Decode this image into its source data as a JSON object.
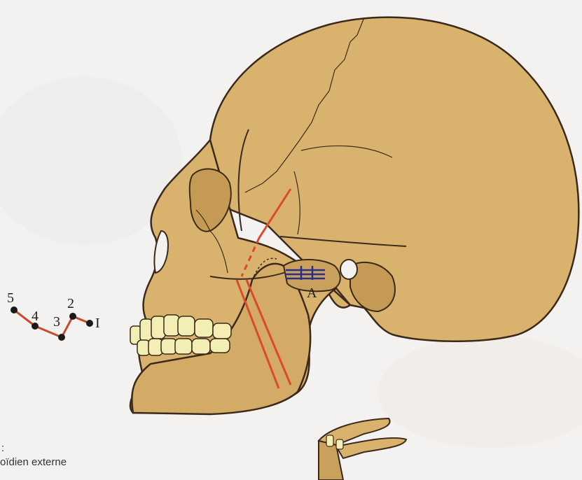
{
  "colors": {
    "bone": "#d9b26e",
    "bone_shade": "#c49a55",
    "outline": "#3b2a1a",
    "teeth": "#f3efb4",
    "red_line": "#d94a2e",
    "blue_mark": "#2a2f8a",
    "background": "#f4f2f1"
  },
  "labels": {
    "point_5": "5",
    "point_4": "4",
    "point_3": "3",
    "point_2": "2",
    "point_1": "I",
    "condyle_a": "A"
  },
  "caption": {
    "colon": ":",
    "muscle_text": "oïdien externe"
  }
}
